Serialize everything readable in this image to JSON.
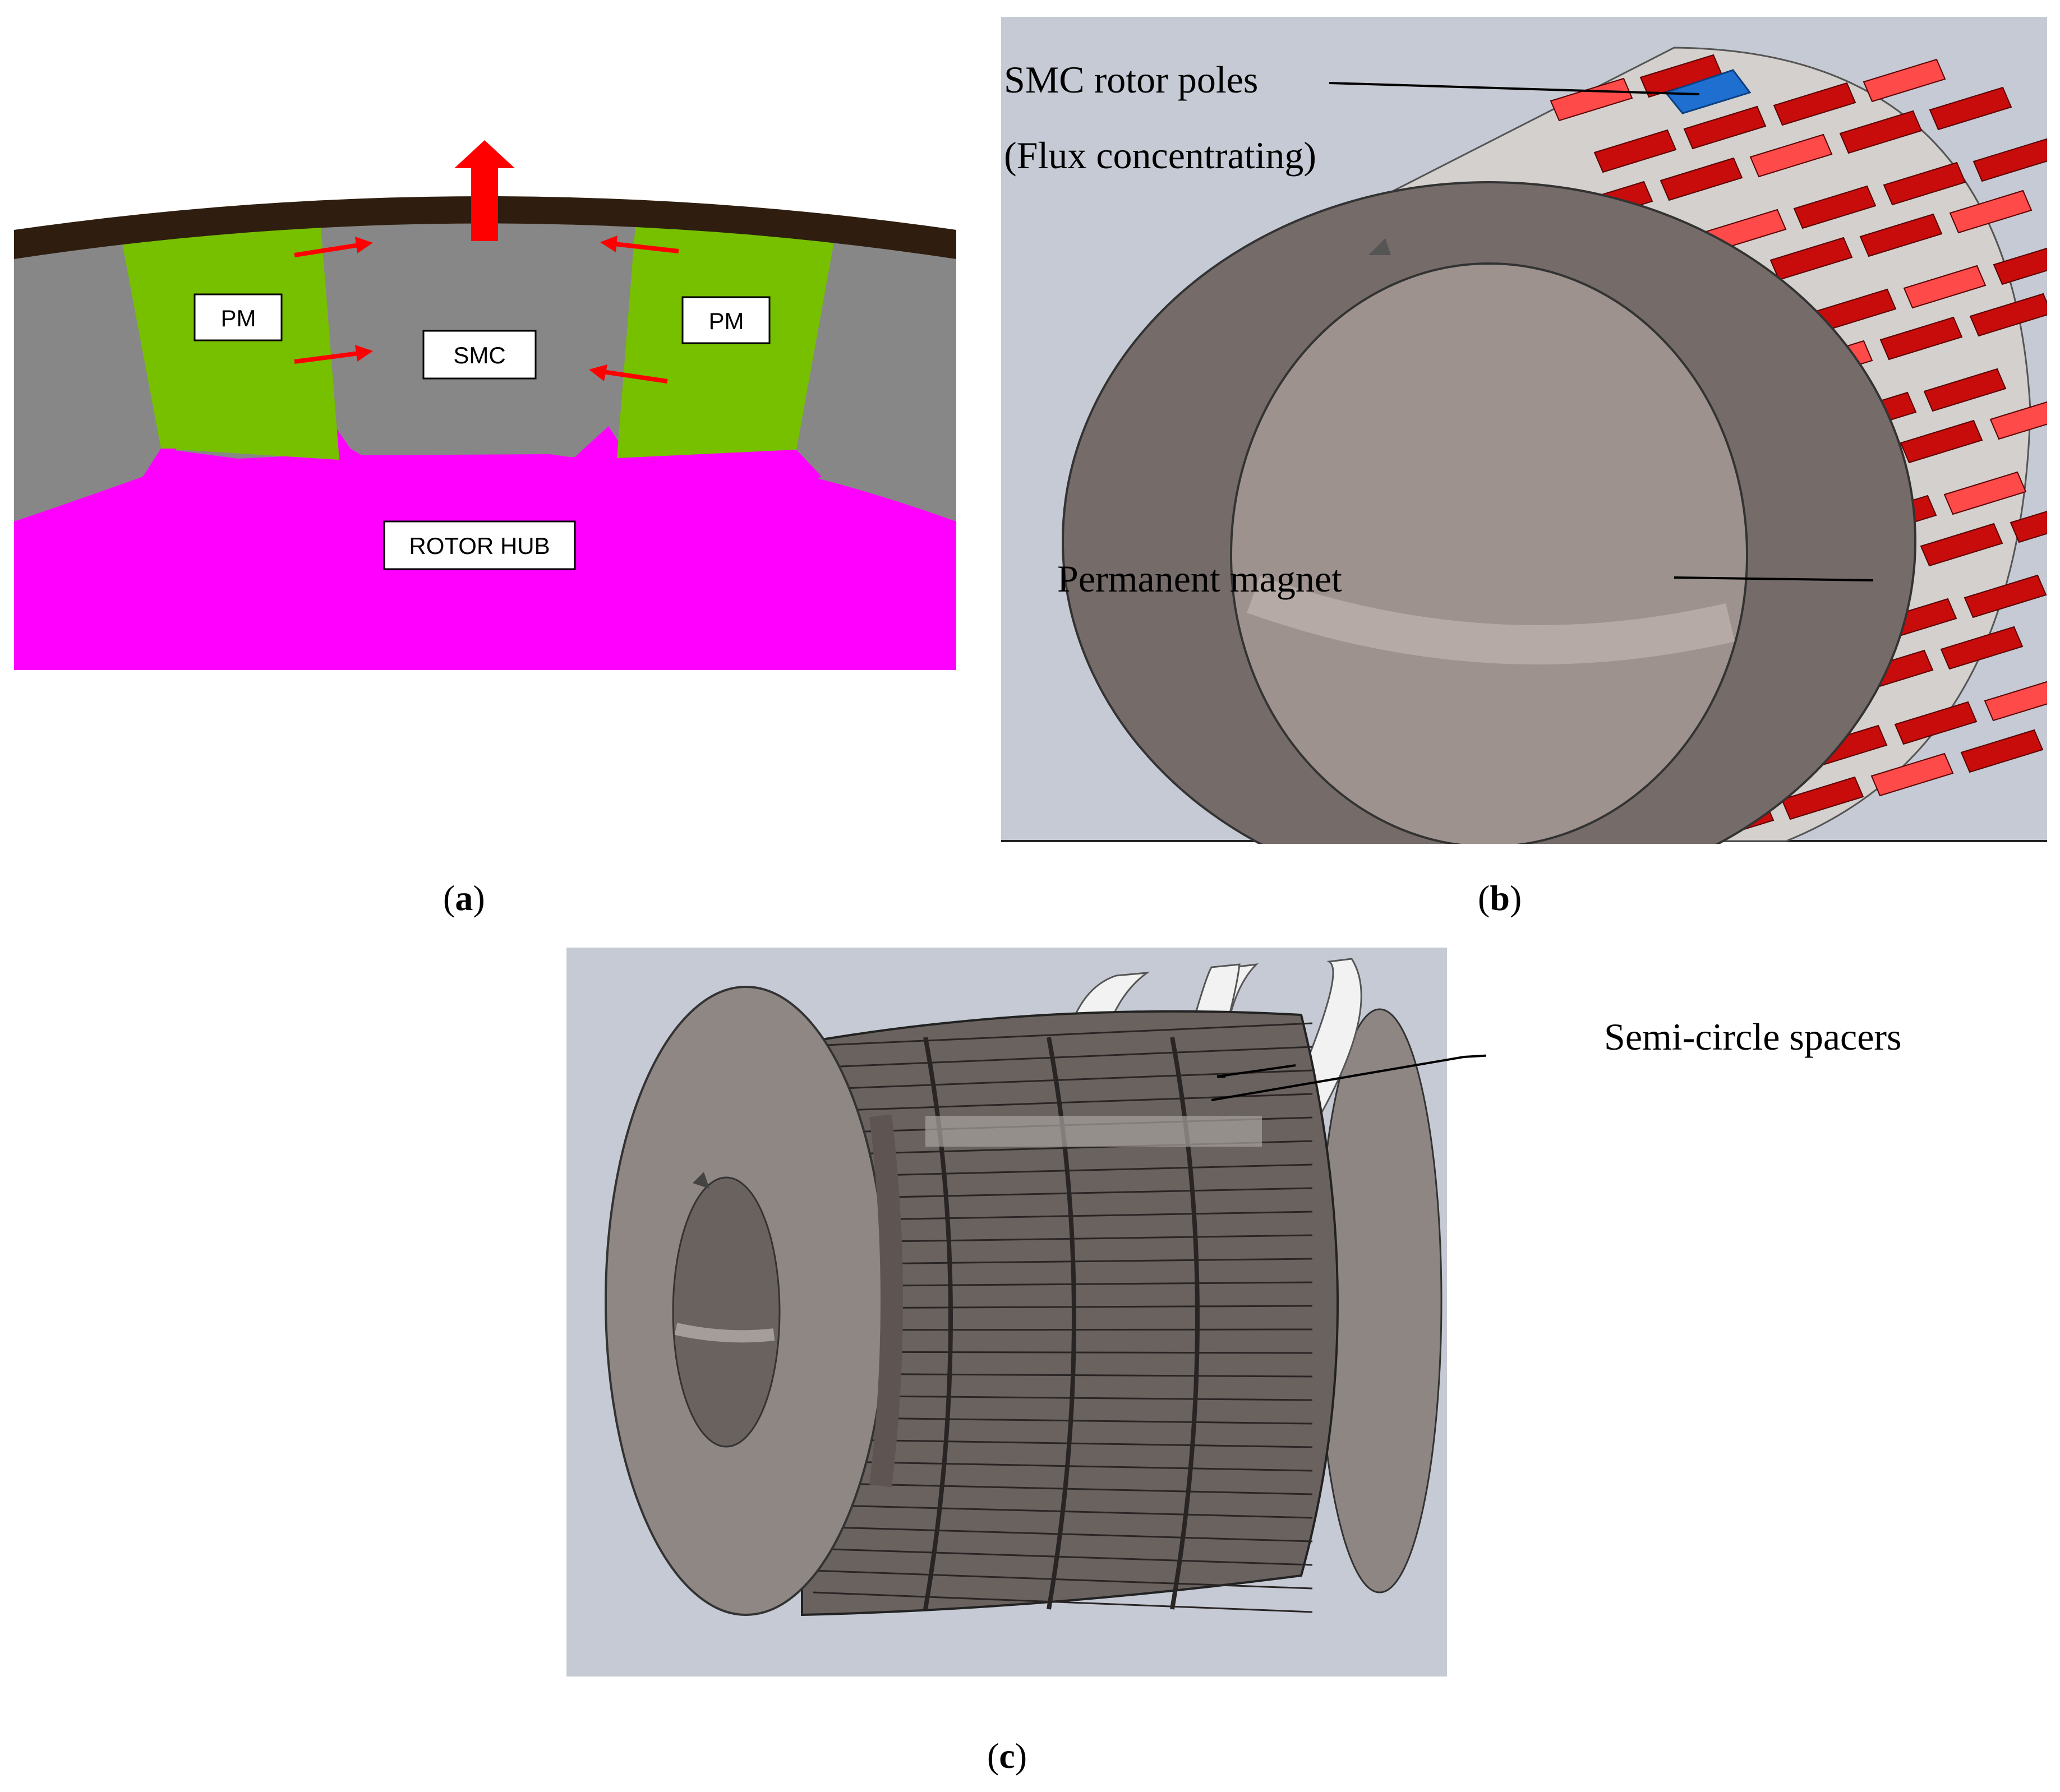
{
  "panel_a": {
    "labels": {
      "pm_left": "PM",
      "pm_right": "PM",
      "smc": "SMC",
      "rotor_hub": "ROTOR HUB"
    },
    "colors": {
      "pm": "#76c000",
      "smc": "#878787",
      "hub": "#ff00ff",
      "rim": "#2f1e0f",
      "arrow": "#ff0000"
    }
  },
  "panel_b": {
    "callouts": {
      "smc_poles_line1": "SMC rotor poles",
      "smc_poles_line2": "(Flux concentrating)",
      "pm": "Permanent magnet"
    },
    "colors": {
      "background": "#c5cad4",
      "magnet": "#c80b0b",
      "magnet_light": "#ff4a4a",
      "smc_pole": "#1f6fd0",
      "disc": "#756b69"
    }
  },
  "panel_c": {
    "callouts": {
      "spacers": "Semi-circle spacers"
    },
    "colors": {
      "background": "#c5cad4",
      "body": "#6a625f",
      "spacer": "#f2f2f2"
    }
  },
  "captions": {
    "a": "a",
    "b": "b",
    "c": "c"
  }
}
